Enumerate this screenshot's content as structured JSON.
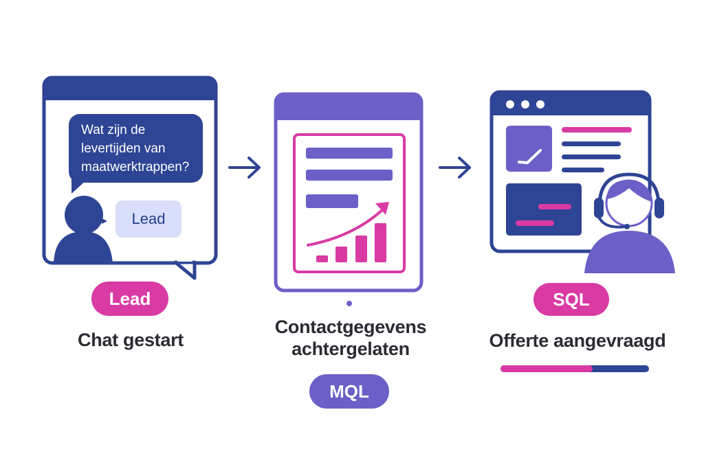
{
  "colors": {
    "navy": "#2e4494",
    "purple": "#6c5fc7",
    "magenta": "#d93aa3",
    "lavender_chip": "#d9defa"
  },
  "steps": [
    {
      "icon": "chat-window-icon",
      "bubble_text": "Wat zijn de levertijden van maatwerktrappen?",
      "chip_label": "Lead",
      "badge": "Lead",
      "caption": "Chat gestart"
    },
    {
      "icon": "form-growth-chart-icon",
      "badge": "MQL",
      "caption": "Contactgegevens achtergelaten"
    },
    {
      "icon": "support-agent-browser-icon",
      "badge": "SQL",
      "caption": "Offerte aangevraagd"
    }
  ],
  "progress": {
    "filled_fraction": 0.62
  }
}
